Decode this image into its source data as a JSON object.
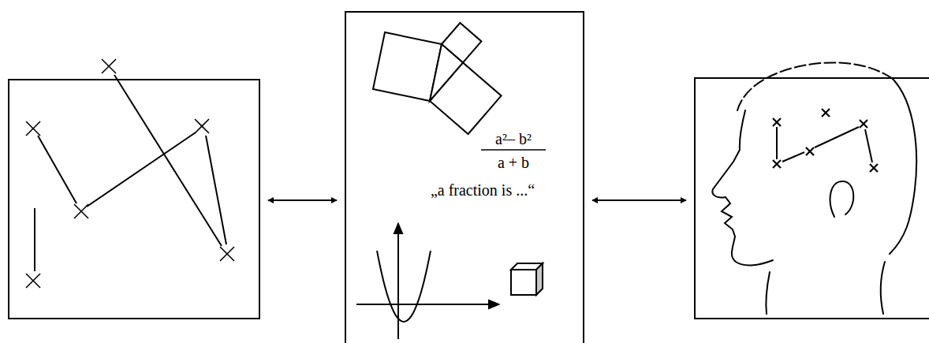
{
  "diagram": {
    "nodes": [
      {
        "text": []
      },
      {
        "text": [
          "a²– b²",
          "a + b",
          "„a fraction is ...“"
        ]
      },
      {
        "text": []
      }
    ],
    "edges": [
      {
        "from": 0,
        "to": 1,
        "arrow": "both"
      },
      {
        "from": 1,
        "to": 2,
        "arrow": "both"
      }
    ]
  }
}
